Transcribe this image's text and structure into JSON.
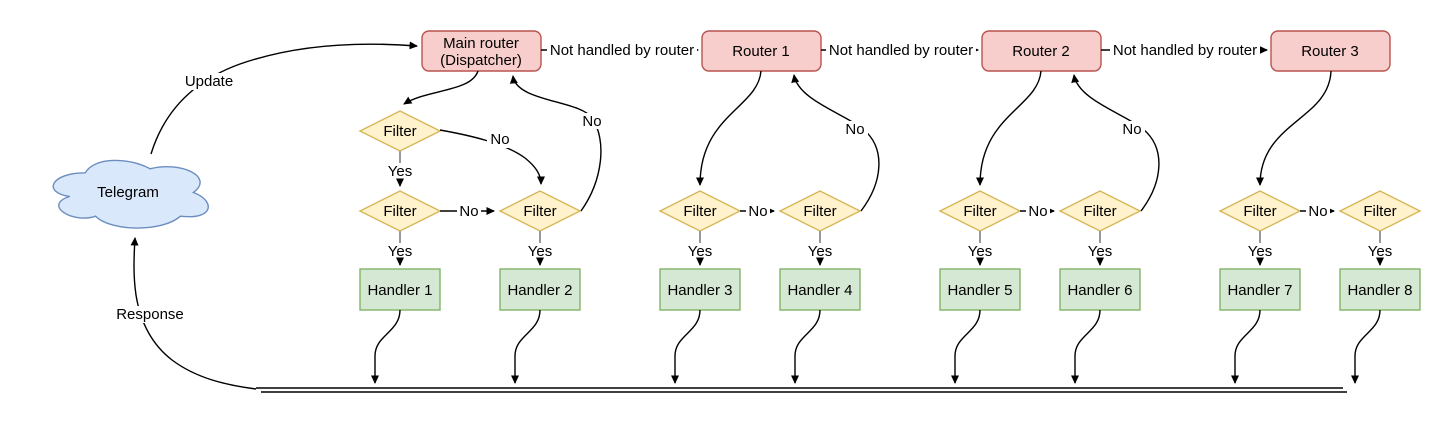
{
  "colors": {
    "edge": "#000000",
    "edge_muted": "#999999",
    "cloud_fill": "#dae8fc",
    "cloud_stroke": "#6c8ebf",
    "router_fill": "#f8cecc",
    "router_stroke": "#b85450",
    "filter_fill": "#fff2cc",
    "filter_stroke": "#d6b656",
    "handler_fill": "#d5e8d4",
    "handler_stroke": "#82b366"
  },
  "cloud": {
    "label": "Telegram"
  },
  "routers": {
    "main": {
      "line1": "Main router",
      "line2": "(Dispatcher)"
    },
    "r1": {
      "label": "Router 1"
    },
    "r2": {
      "label": "Router 2"
    },
    "r3": {
      "label": "Router 3"
    }
  },
  "filter_label": "Filter",
  "handlers": [
    "Handler 1",
    "Handler 2",
    "Handler 3",
    "Handler 4",
    "Handler 5",
    "Handler 6",
    "Handler 7",
    "Handler 8"
  ],
  "edge_labels": {
    "update": "Update",
    "response": "Response",
    "yes": "Yes",
    "no": "No",
    "not_handled": "Not handled by router"
  }
}
